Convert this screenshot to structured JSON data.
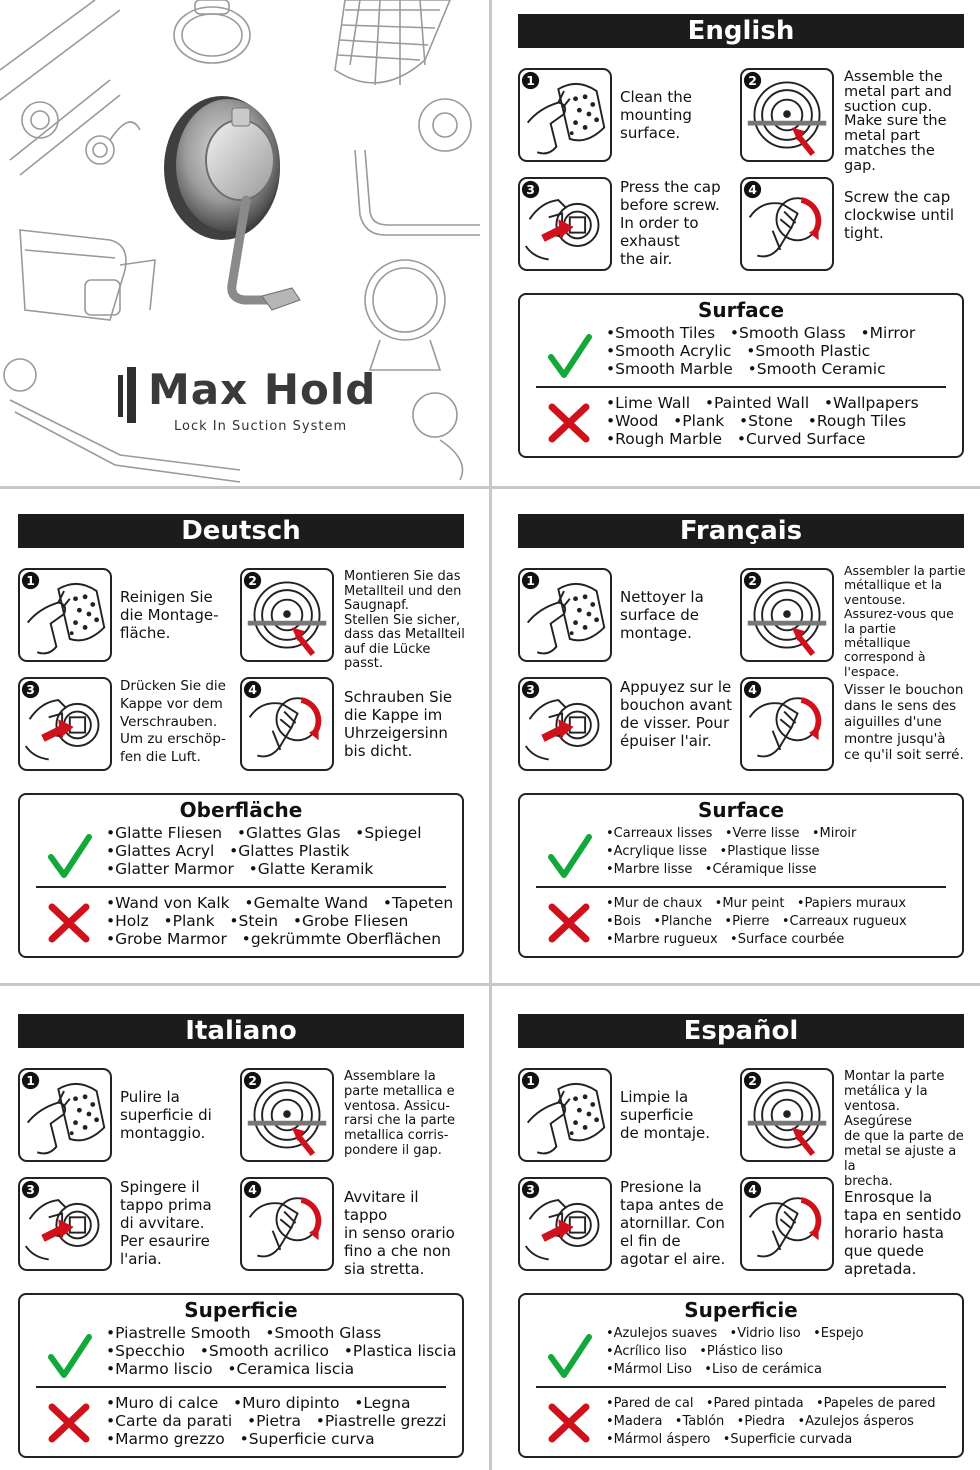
{
  "brand": {
    "name": "Max Hold",
    "tagline": "Lock In Suction System"
  },
  "sections": [
    {
      "title": "English",
      "steps": [
        {
          "number": "1",
          "icon": "wipe-surface-icon",
          "text": "Clean the\nmounting\nsurface."
        },
        {
          "number": "2",
          "icon": "assemble-metal-part-icon",
          "text": "Assemble the\nmetal part and\nsuction cup.\nMake sure the\nmetal part\nmatches the gap."
        },
        {
          "number": "3",
          "icon": "press-cap-icon",
          "text": "Press the cap\nbefore screw.\nIn order to\nexhaust\nthe air."
        },
        {
          "number": "4",
          "icon": "screw-cap-icon",
          "text": "Screw the cap\nclockwise until\ntight."
        }
      ],
      "surface": {
        "title": "Surface",
        "good": [
          "•Smooth Tiles   •Smooth Glass   •Mirror",
          "•Smooth Acrylic   •Smooth Plastic",
          "•Smooth Marble   •Smooth Ceramic"
        ],
        "bad": [
          "•Lime Wall   •Painted Wall   •Wallpapers",
          "•Wood   •Plank   •Stone   •Rough Tiles",
          "•Rough Marble   •Curved Surface"
        ]
      }
    },
    {
      "title": "Deutsch",
      "steps": [
        {
          "number": "1",
          "icon": "wipe-surface-icon",
          "text": "Reinigen Sie\ndie Montage-\nfläche."
        },
        {
          "number": "2",
          "icon": "assemble-metal-part-icon",
          "text": "Montieren Sie das\nMetallteil und den\nSaugnapf.\nStellen Sie sicher,\ndass das Metallteil\nauf die Lücke passt."
        },
        {
          "number": "3",
          "icon": "press-cap-icon",
          "text": "Drücken Sie die\nKappe vor dem\nVerschrauben.\nUm zu erschöp-\nfen die Luft."
        },
        {
          "number": "4",
          "icon": "screw-cap-icon",
          "text": "Schrauben Sie\ndie Kappe im\nUhrzeigersinn\nbis dicht."
        }
      ],
      "surface": {
        "title": "Oberfläche",
        "good": [
          "•Glatte Fliesen   •Glattes Glas   •Spiegel",
          "•Glattes Acryl   •Glattes Plastik",
          "•Glatter Marmor   •Glatte Keramik"
        ],
        "bad": [
          "•Wand von Kalk   •Gemalte Wand   •Tapeten",
          "•Holz   •Plank   •Stein   •Grobe Fliesen",
          "•Grobe Marmor   •gekrümmte Oberflächen"
        ]
      }
    },
    {
      "title": "Français",
      "steps": [
        {
          "number": "1",
          "icon": "wipe-surface-icon",
          "text": "Nettoyer la\nsurface de\nmontage."
        },
        {
          "number": "2",
          "icon": "assemble-metal-part-icon",
          "text": "Assembler la partie\nmétallique et la\nventouse.\nAssurez-vous que\nla partie métallique\ncorrespond à\nl'espace."
        },
        {
          "number": "3",
          "icon": "press-cap-icon",
          "text": "Appuyez sur le\nbouchon avant\nde visser. Pour\népuiser l'air."
        },
        {
          "number": "4",
          "icon": "screw-cap-icon",
          "text": "Visser le bouchon\ndans le sens des\naiguilles d'une\nmontre jusqu'à\nce qu'il soit serré."
        }
      ],
      "surface": {
        "title": "Surface",
        "good": [
          "•Carreaux lisses   •Verre lisse   •Miroir",
          "•Acrylique lisse   •Plastique lisse",
          "•Marbre lisse   •Céramique lisse"
        ],
        "bad": [
          "•Mur de chaux   •Mur peint   •Papiers muraux",
          "•Bois   •Planche   •Pierre   •Carreaux rugueux",
          "•Marbre rugueux   •Surface courbée"
        ]
      }
    },
    {
      "title": "Italiano",
      "steps": [
        {
          "number": "1",
          "icon": "wipe-surface-icon",
          "text": "Pulire la\nsuperficie di\nmontaggio."
        },
        {
          "number": "2",
          "icon": "assemble-metal-part-icon",
          "text": "Assemblare la\nparte metallica e\nventosa. Assicu-\nrarsi che la parte\nmetallica corris-\npondere il gap."
        },
        {
          "number": "3",
          "icon": "press-cap-icon",
          "text": "Spingere il\ntappo prima\ndi avvitare.\nPer esaurire\nl'aria."
        },
        {
          "number": "4",
          "icon": "screw-cap-icon",
          "text": "Avvitare il tappo\nin senso orario\nfino a che non\nsia stretta."
        }
      ],
      "surface": {
        "title": "Superficie",
        "good": [
          "•Piastrelle Smooth   •Smooth Glass",
          "•Specchio   •Smooth acrilico   •Plastica liscia",
          "•Marmo liscio   •Ceramica liscia"
        ],
        "bad": [
          "•Muro di calce   •Muro dipinto   •Legna",
          "•Carte da parati   •Pietra   •Piastrelle grezzi",
          "•Marmo grezzo   •Superficie curva"
        ]
      }
    },
    {
      "title": "Español",
      "steps": [
        {
          "number": "1",
          "icon": "wipe-surface-icon",
          "text": "Limpie la\nsuperficie\nde montaje."
        },
        {
          "number": "2",
          "icon": "assemble-metal-part-icon",
          "text": "Montar la parte\nmetálica y la\nventosa. Asegúrese\nde que la parte de\nmetal se ajuste a la\nbrecha."
        },
        {
          "number": "3",
          "icon": "press-cap-icon",
          "text": "Presione la\ntapa antes de\natornillar. Con\nel fin de\nagotar el aire."
        },
        {
          "number": "4",
          "icon": "screw-cap-icon",
          "text": "Enrosque la\ntapa en sentido\nhorario hasta\nque quede\napretada."
        }
      ],
      "surface": {
        "title": "Superficie",
        "good": [
          "•Azulejos suaves   •Vidrio liso   •Espejo",
          "•Acrílico liso   •Plástico liso",
          "•Mármol Liso   •Liso de cerámica"
        ],
        "bad": [
          "•Pared de cal   •Pared pintada   •Papeles de pared",
          "•Madera   •Tablón   •Piedra   •Azulejos ásperos",
          "•Mármol áspero   •Superficie curvada"
        ]
      }
    }
  ]
}
